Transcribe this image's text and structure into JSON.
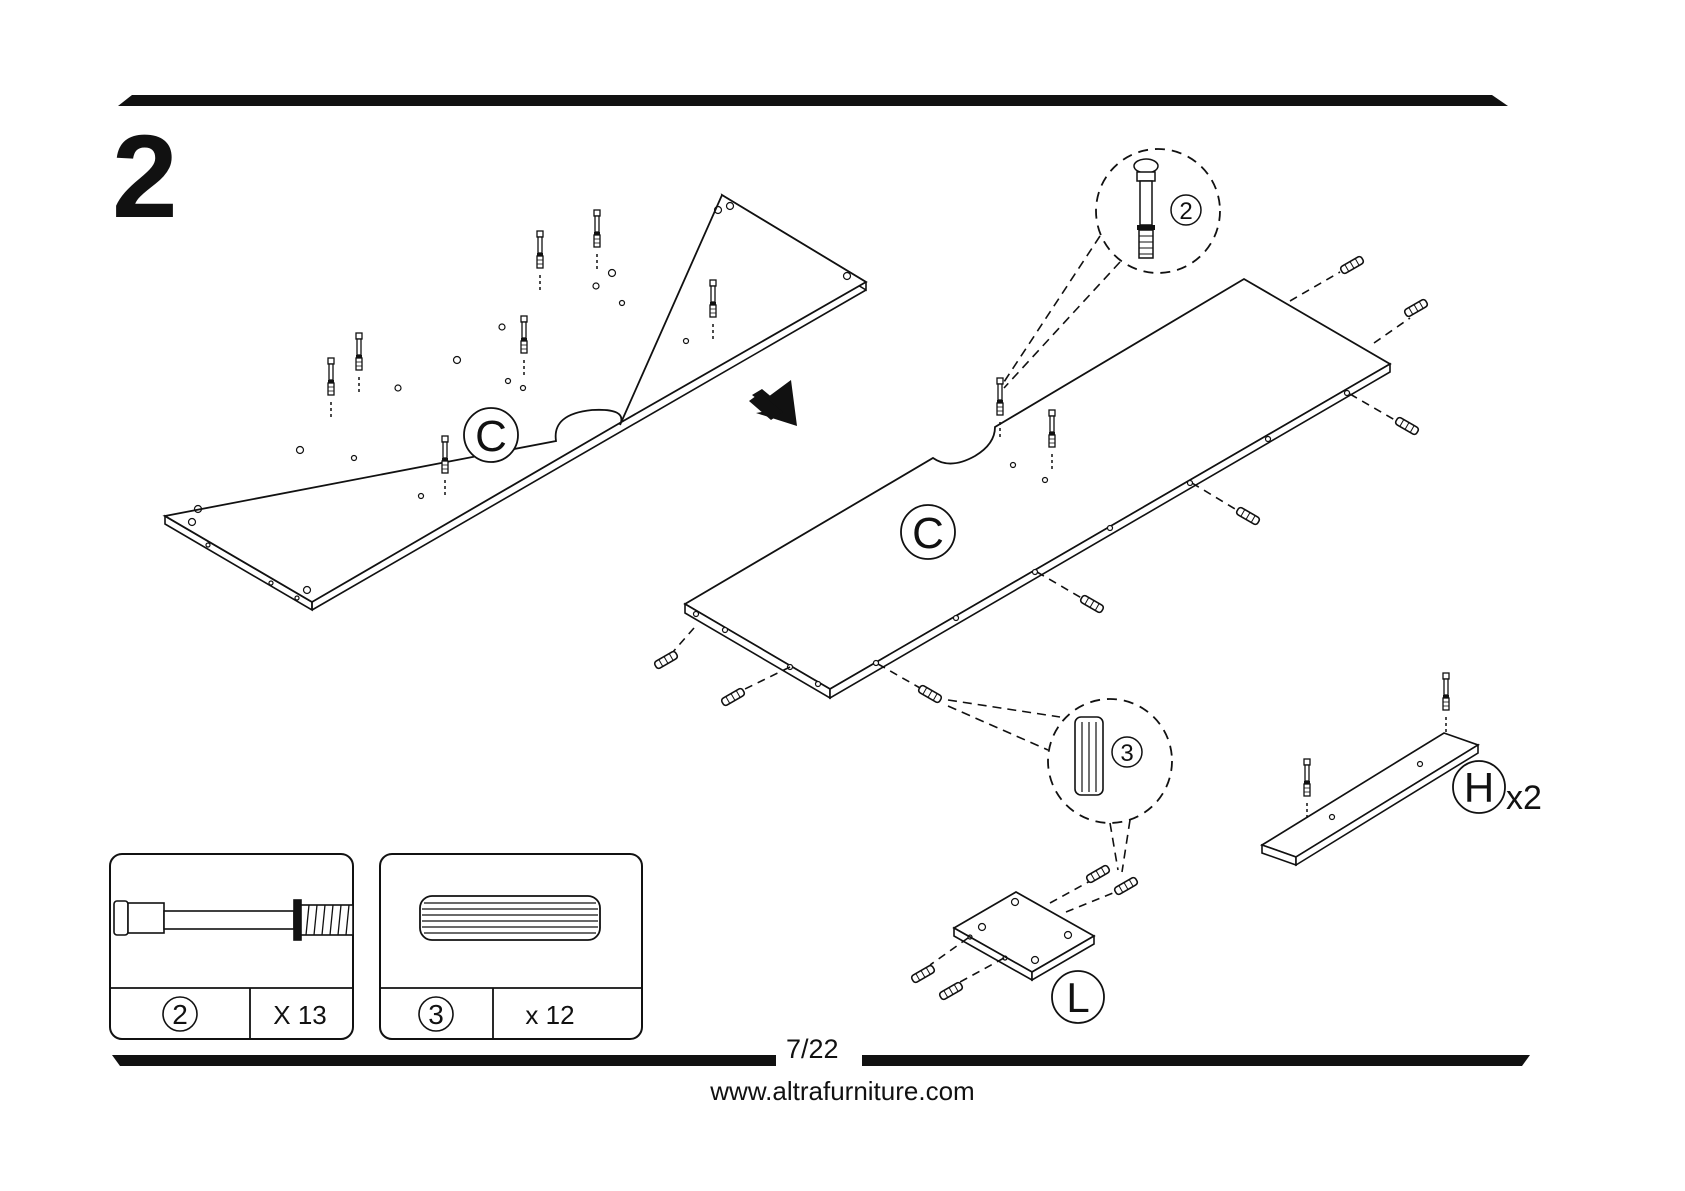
{
  "step": {
    "number": "2"
  },
  "labels": {
    "panel_c_left": "C",
    "panel_c_right": "C",
    "part_h": "H",
    "part_h_qty": "x2",
    "part_l": "L",
    "callout_cam_bolt": "2",
    "callout_dowel": "3"
  },
  "parts_list": [
    {
      "number": "2",
      "quantity": "X 13",
      "icon": "cam-bolt-icon"
    },
    {
      "number": "3",
      "quantity": "x 12",
      "icon": "wood-dowel-icon"
    }
  ],
  "footer": {
    "page": "7/22",
    "website": "www.altrafurniture.com"
  },
  "colors": {
    "ink": "#111111",
    "paper": "#ffffff"
  }
}
